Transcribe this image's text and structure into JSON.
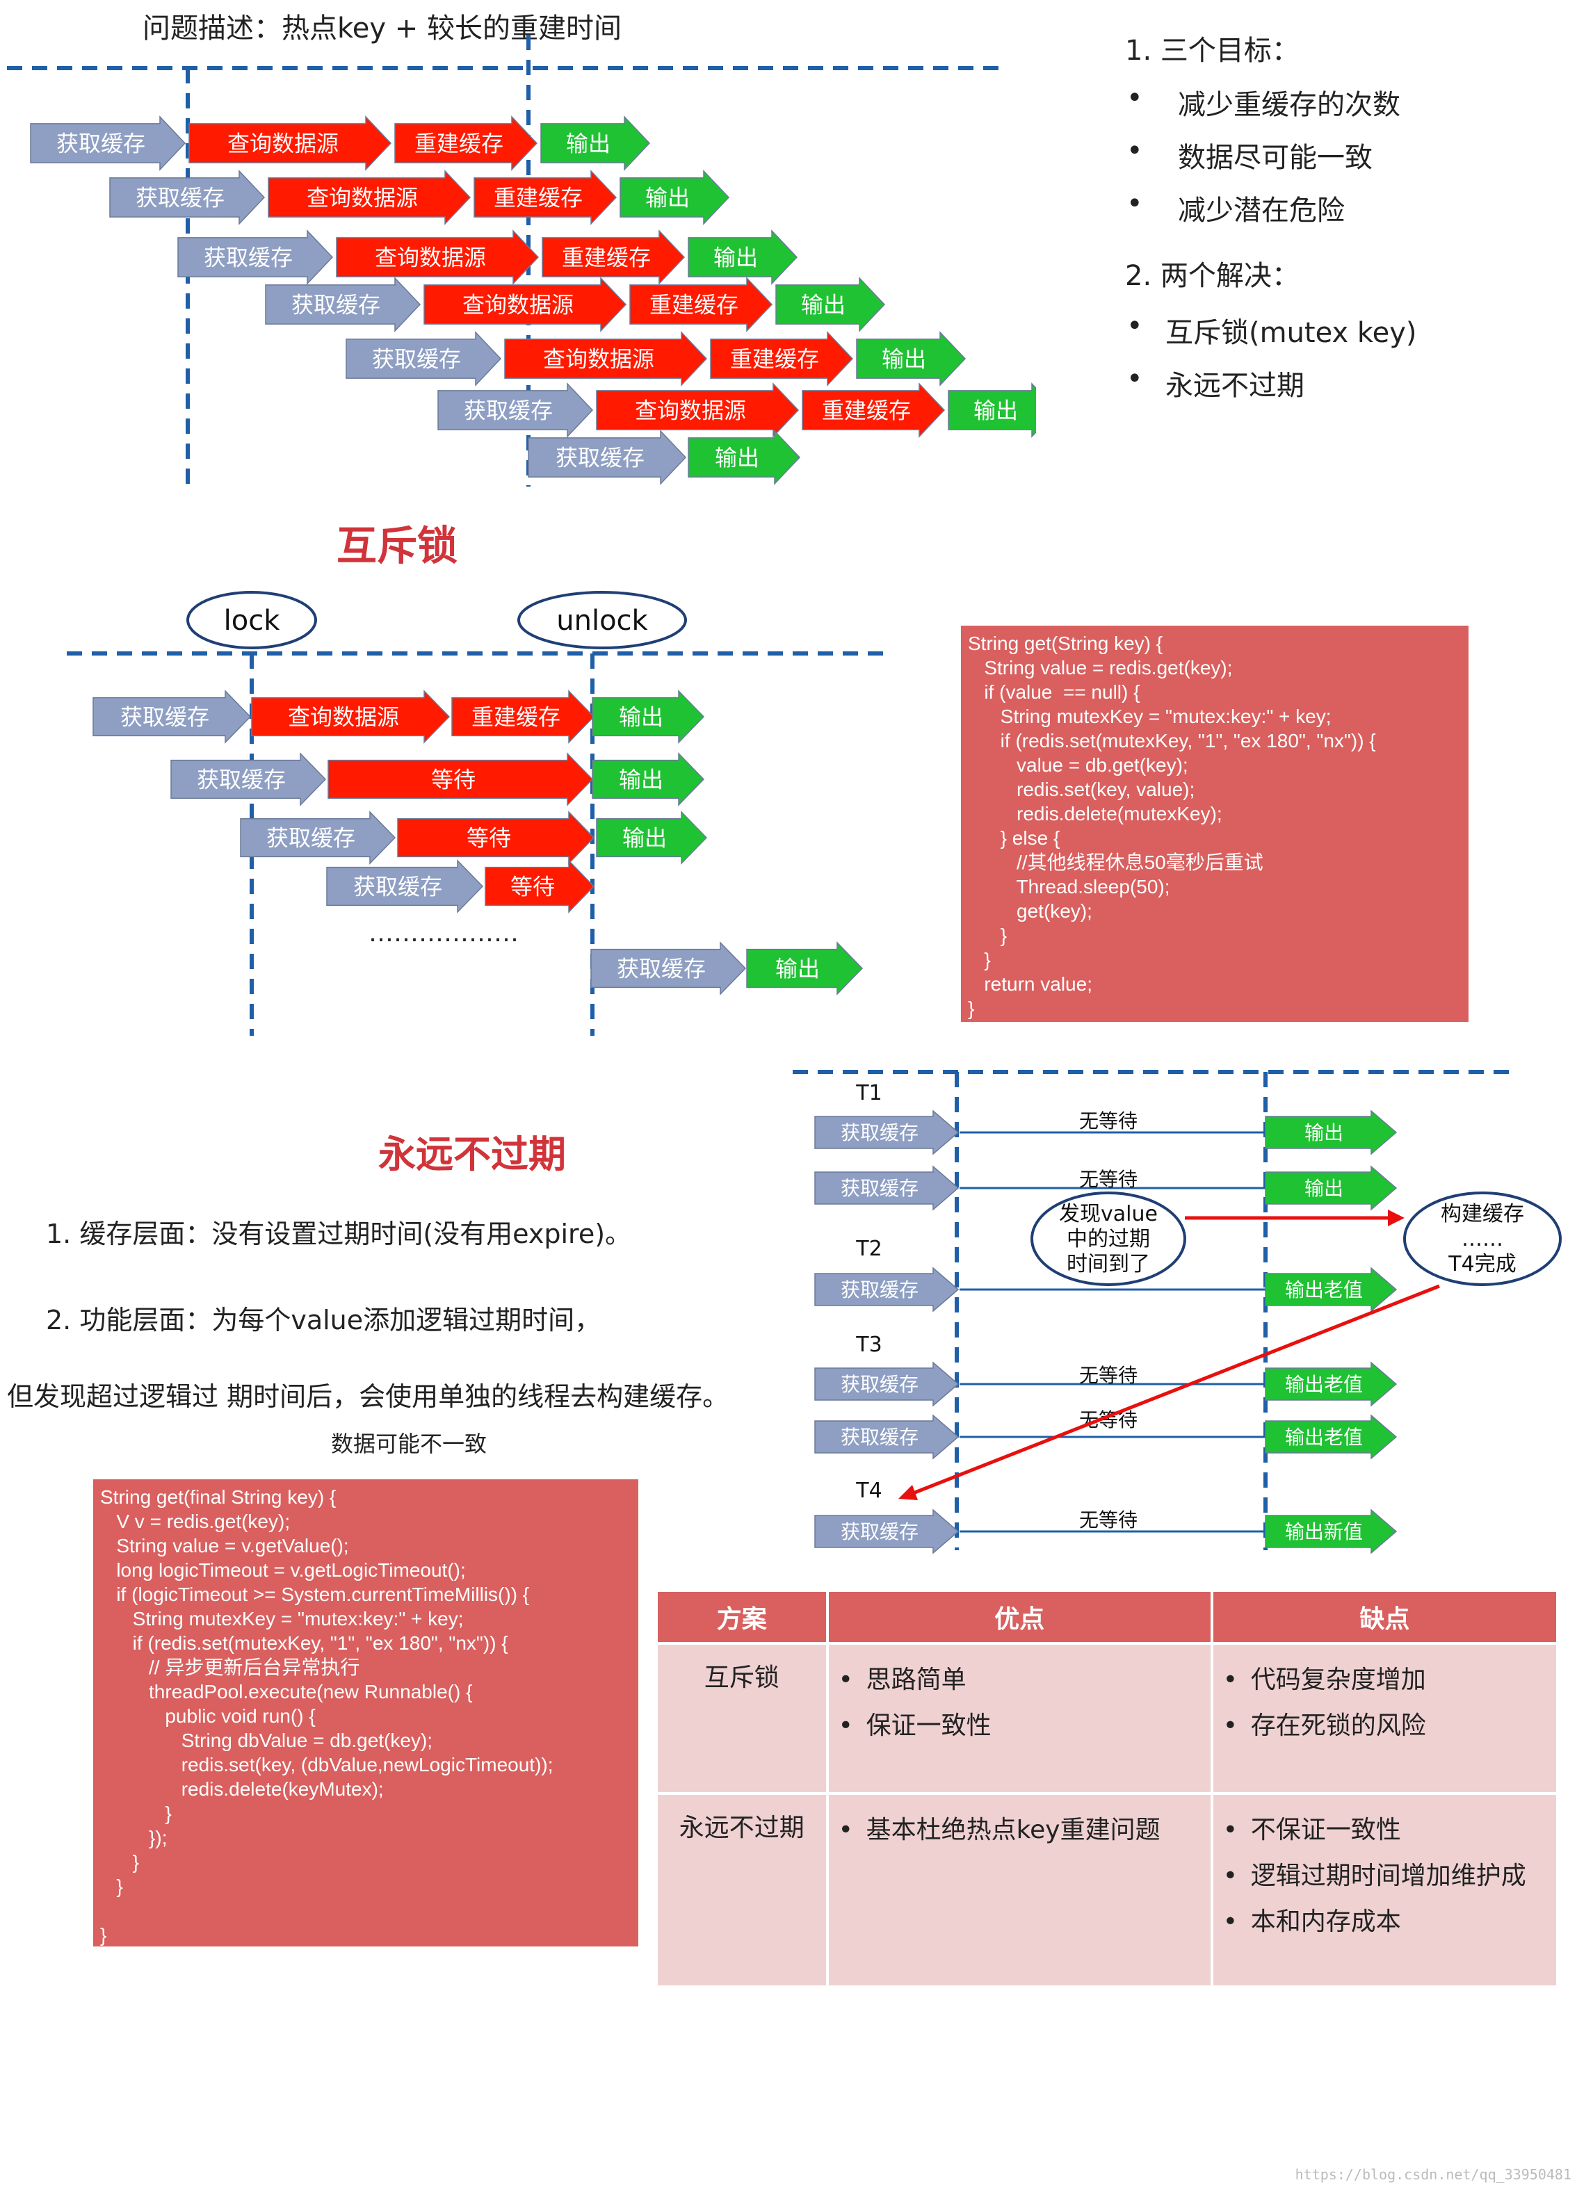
{
  "top": {
    "title": "问题描述：热点key + 较长的重建时间",
    "rows": [
      [
        "获取缓存",
        "查询数据源",
        "重建缓存",
        "输出"
      ],
      [
        "获取缓存",
        "查询数据源",
        "重建缓存",
        "输出"
      ],
      [
        "获取缓存",
        "查询数据源",
        "重建缓存",
        "输出"
      ],
      [
        "获取缓存",
        "查询数据源",
        "重建缓存",
        "输出"
      ],
      [
        "获取缓存",
        "查询数据源",
        "重建缓存",
        "输出"
      ],
      [
        "获取缓存",
        "查询数据源",
        "重建缓存",
        "输出"
      ],
      [
        "获取缓存",
        "输出"
      ]
    ]
  },
  "goals": {
    "heading1": "1. 三个目标：",
    "goals": [
      "减少重缓存的次数",
      "数据尽可能一致",
      "减少潜在危险"
    ],
    "heading2": "2. 两个解决：",
    "solutions": [
      "互斥锁(mutex key)",
      "永远不过期"
    ]
  },
  "mutex": {
    "title": "互斥锁",
    "lock_label": "lock",
    "unlock_label": "unlock",
    "rows": [
      [
        "获取缓存",
        "查询数据源",
        "重建缓存",
        "输出"
      ],
      [
        "获取缓存",
        "等待",
        "输出"
      ],
      [
        "获取缓存",
        "等待",
        "输出"
      ],
      [
        "获取缓存",
        "等待"
      ],
      [
        "获取缓存",
        "输出"
      ]
    ],
    "ellipsis": "………………",
    "code": [
      "String get(String key) {",
      "   String value = redis.get(key);",
      "   if (value  == null) {",
      "      String mutexKey = \"mutex:key:\" + key;",
      "      if (redis.set(mutexKey, \"1\", \"ex 180\", \"nx\")) {",
      "         value = db.get(key);",
      "         redis.set(key, value);",
      "         redis.delete(mutexKey);",
      "      } else {",
      "         //其他线程休息50毫秒后重试",
      "         Thread.sleep(50);",
      "         get(key);",
      "      }",
      "   }",
      "   return value;",
      "}"
    ]
  },
  "never": {
    "title": "永远不过期",
    "point1": "1.    缓存层面：没有设置过期时间(没有用expire)。",
    "point2": "2.    功能层面：为每个value添加逻辑过期时间，",
    "point2_cont": "但发现超过逻辑过 期时间后，会使用单独的线程去构建缓存。",
    "note": "数据可能不一致",
    "code": [
      "String get(final String key) {",
      "   V v = redis.get(key);",
      "   String value = v.getValue();",
      "   long logicTimeout = v.getLogicTimeout();",
      "   if (logicTimeout >= System.currentTimeMillis()) {",
      "      String mutexKey = \"mutex:key:\" + key;",
      "      if (redis.set(mutexKey, \"1\", \"ex 180\", \"nx\")) {",
      "         // 异步更新后台异常执行",
      "         threadPool.execute(new Runnable() {",
      "            public void run() {",
      "               String dbValue = db.get(key);",
      "               redis.set(key, (dbValue,newLogicTimeout));",
      "               redis.delete(keyMutex);",
      "            }",
      "         });",
      "      }",
      "   }",
      "",
      "}"
    ]
  },
  "timeline": {
    "labels": [
      "T1",
      "T2",
      "T3",
      "T4"
    ],
    "get_cache": "获取缓存",
    "no_wait": "无等待",
    "output": "输出",
    "output_old": "输出老值",
    "output_new": "输出新值",
    "found_expired": [
      "发现value",
      "中的过期",
      "时间到了"
    ],
    "build_cache": [
      "构建缓存",
      "……",
      "T4完成"
    ]
  },
  "table": {
    "headers": [
      "方案",
      "优点",
      "缺点"
    ],
    "rows": [
      {
        "name": "互斥锁",
        "pros": [
          "思路简单",
          "保证一致性"
        ],
        "cons": [
          "代码复杂度增加",
          "存在死锁的风险"
        ]
      },
      {
        "name": "永远不过期",
        "pros": [
          "基本杜绝热点key重建问题"
        ],
        "cons": [
          "不保证一致性",
          "逻辑过期时间增加维护成",
          "本和内存成本"
        ]
      }
    ]
  },
  "colors": {
    "grey_arrow": "#8f9fc3",
    "red_arrow": "#ff1a00",
    "green_arrow": "#1fc233",
    "dashed": "#1f5fa8",
    "code_bg": "#d9605f",
    "title_red": "#d0343a"
  },
  "credit": "https://blog.csdn.net/qq_33950481"
}
